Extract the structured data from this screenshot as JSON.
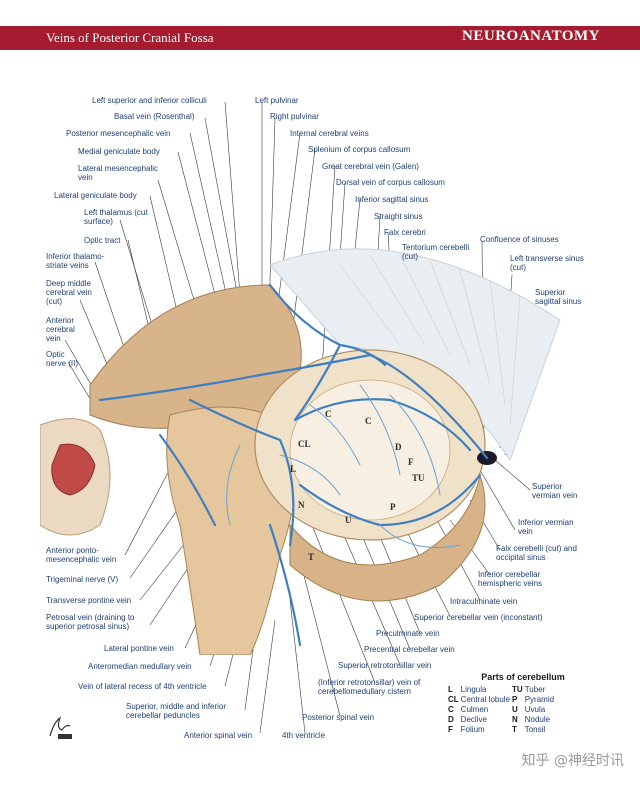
{
  "header": {
    "title": "Veins of Posterior Cranial Fossa",
    "brand": "NEUROANATOMY"
  },
  "labels_top": [
    "Left superior and inferior colliculi",
    "Left pulvinar",
    "Basal vein (Rosenthal)",
    "Right pulvinar",
    "Posterior mesencephalic vein",
    "Internal cerebral veins",
    "Medial geniculate body",
    "Splenium of corpus callosum",
    "Great cerebral vein (Galen)",
    "Dorsal vein of corpus callosum",
    "Inferior sagittal sinus",
    "Straight sinus",
    "Falx cerebri",
    "Tentorium cerebelli (cut)",
    "Confluence of sinuses",
    "Left transverse sinus (cut)",
    "Superior sagittal sinus"
  ],
  "labels_left": [
    "Lateral mesencephalic vein",
    "Lateral geniculate body",
    "Left thalamus (cut surface)",
    "Optic tract",
    "Inferior thalamo-striate veins",
    "Deep middle cerebral vein (cut)",
    "Anterior cerebral vein",
    "Optic nerve (II)",
    "Anterior ponto-mesencephalic vein",
    "Trigeminal nerve (V)",
    "Transverse pontine vein",
    "Petrosal vein (draining to superior petrosal sinus)",
    "Lateral pontine vein",
    "Anteromedian medullary vein",
    "Vein of lateral recess of 4th ventricle",
    "Superior, middle and inferior cerebellar peduncles",
    "Anterior spinal vein",
    "4th ventricle",
    "Posterior spinal vein"
  ],
  "labels_right": [
    "Superior vermian vein",
    "Inferior vermian vein",
    "Falx cerebelli (cut) and occipital sinus",
    "Inferior cerebellar hemispheric veins",
    "Intraculminate vein",
    "Superior cerebellar vein (inconstant)",
    "Preculminate vein",
    "Precentral cerebellar vein",
    "Superior retrotonsillar vein",
    "(Inferior retrotonsillar) vein of cerebellomedullary cistern"
  ],
  "cerebellum_letters": [
    "C",
    "C",
    "CL",
    "L",
    "D",
    "F",
    "TU",
    "P",
    "U",
    "N",
    "T"
  ],
  "legend": {
    "title": "Parts of cerebellum",
    "rows": [
      [
        "L",
        "Lingula",
        "TU",
        "Tuber"
      ],
      [
        "CL",
        "Central lobule",
        "P",
        "Pyramid"
      ],
      [
        "C",
        "Culmen",
        "U",
        "Uvula"
      ],
      [
        "D",
        "Declive",
        "N",
        "Nodule"
      ],
      [
        "F",
        "Folium",
        "T",
        "Tonsil"
      ]
    ]
  },
  "watermark": "知乎 @神经时讯",
  "colors": {
    "header": "#a51c30",
    "label": "#1f3f75",
    "vein": "#3f7fc0"
  }
}
